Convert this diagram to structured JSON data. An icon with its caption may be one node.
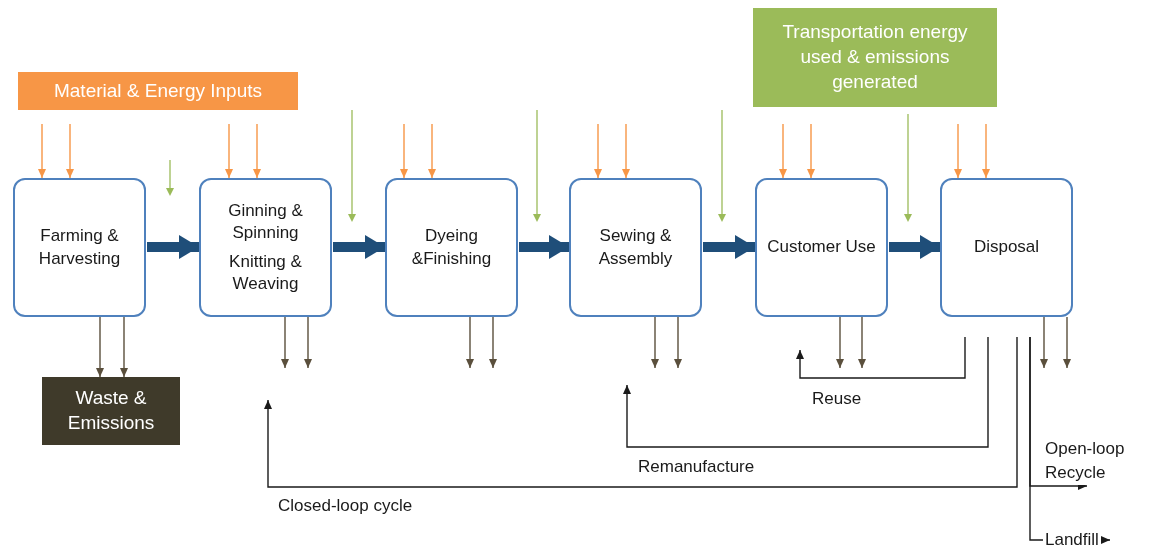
{
  "diagram": {
    "nodes": [
      {
        "text": [
          "Material & Energy Inputs"
        ]
      },
      {
        "text": [
          "Transportation energy used & emissions generated"
        ]
      },
      {
        "text": [
          "Farming & Harvesting"
        ]
      },
      {
        "text": [
          "Ginning & Spinning",
          "Knitting & Weaving"
        ]
      },
      {
        "text": [
          "Dyeing &Finishing"
        ]
      },
      {
        "text": [
          "Sewing & Assembly"
        ]
      },
      {
        "text": [
          "Customer Use"
        ]
      },
      {
        "text": [
          "Disposal"
        ]
      },
      {
        "text": [
          "Waste & Emissions"
        ]
      }
    ],
    "edges": [
      {
        "from": null,
        "to": 2,
        "arrow": "to",
        "color": "#f79646"
      },
      {
        "from": null,
        "to": 2,
        "arrow": "to",
        "color": "#f79646"
      },
      {
        "from": null,
        "to": 3,
        "arrow": "to",
        "color": "#f79646"
      },
      {
        "from": null,
        "to": 3,
        "arrow": "to",
        "color": "#f79646"
      },
      {
        "from": null,
        "to": 4,
        "arrow": "to",
        "color": "#f79646"
      },
      {
        "from": null,
        "to": 4,
        "arrow": "to",
        "color": "#f79646"
      },
      {
        "from": null,
        "to": 5,
        "arrow": "to",
        "color": "#f79646"
      },
      {
        "from": null,
        "to": 5,
        "arrow": "to",
        "color": "#f79646"
      },
      {
        "from": null,
        "to": 6,
        "arrow": "to",
        "color": "#f79646"
      },
      {
        "from": null,
        "to": 6,
        "arrow": "to",
        "color": "#f79646"
      },
      {
        "from": null,
        "to": 7,
        "arrow": "to",
        "color": "#f79646"
      },
      {
        "from": null,
        "to": 7,
        "arrow": "to",
        "color": "#f79646"
      },
      {
        "from": 2,
        "to": 8,
        "arrow": "to",
        "color": "#5a4f3c"
      },
      {
        "from": 2,
        "to": 8,
        "arrow": "to",
        "color": "#5a4f3c"
      },
      {
        "from": 3,
        "to": null,
        "arrow": "to",
        "color": "#5a4f3c"
      },
      {
        "from": 3,
        "to": null,
        "arrow": "to",
        "color": "#5a4f3c"
      },
      {
        "from": 4,
        "to": null,
        "arrow": "to",
        "color": "#5a4f3c"
      },
      {
        "from": 4,
        "to": null,
        "arrow": "to",
        "color": "#5a4f3c"
      },
      {
        "from": 5,
        "to": null,
        "arrow": "to",
        "color": "#5a4f3c"
      },
      {
        "from": 5,
        "to": null,
        "arrow": "to",
        "color": "#5a4f3c"
      },
      {
        "from": 6,
        "to": null,
        "arrow": "to",
        "color": "#5a4f3c"
      },
      {
        "from": 6,
        "to": null,
        "arrow": "to",
        "color": "#5a4f3c"
      },
      {
        "from": 7,
        "to": null,
        "arrow": "to",
        "color": "#5a4f3c"
      },
      {
        "from": 7,
        "to": null,
        "arrow": "to",
        "color": "#5a4f3c"
      },
      {
        "from": 2,
        "to": 3,
        "arrow": "to",
        "style": "thick",
        "color": "#1f4e79"
      },
      {
        "from": 3,
        "to": 4,
        "arrow": "to",
        "style": "thick",
        "color": "#1f4e79"
      },
      {
        "from": 4,
        "to": 5,
        "arrow": "to",
        "style": "thick",
        "color": "#1f4e79"
      },
      {
        "from": 5,
        "to": 6,
        "arrow": "to",
        "style": "thick",
        "color": "#1f4e79"
      },
      {
        "from": 6,
        "to": 7,
        "arrow": "to",
        "style": "thick",
        "color": "#1f4e79"
      },
      {
        "from": 7,
        "to": 6,
        "arrow": "to",
        "label": "Reuse",
        "color": "#1a1a1a"
      },
      {
        "from": 7,
        "to": 5,
        "arrow": "to",
        "label": "Remanufacture",
        "color": "#1a1a1a"
      },
      {
        "from": 7,
        "to": 3,
        "arrow": "to",
        "label": "Closed-loop cycle",
        "color": "#1a1a1a"
      },
      {
        "from": 7,
        "to": null,
        "arrow": "to",
        "label": "Open-loop Recycle",
        "color": "#1a1a1a"
      },
      {
        "from": 7,
        "to": null,
        "arrow": "to",
        "label": "Landfill",
        "color": "#1a1a1a"
      }
    ]
  }
}
